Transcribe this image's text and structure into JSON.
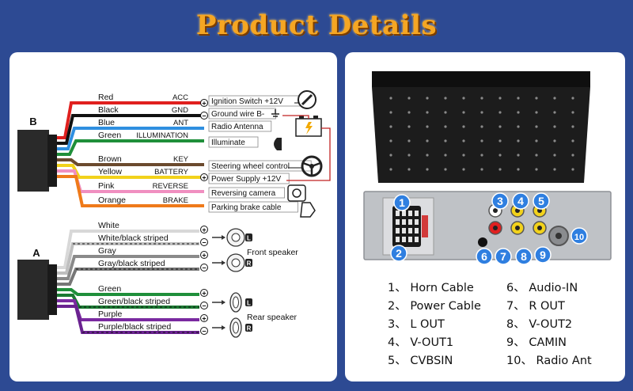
{
  "title": "Product Details",
  "harness": {
    "connector_b": "B",
    "connector_a": "A",
    "wires_b": [
      {
        "color_name": "Red",
        "pin": "ACC",
        "hex": "#e0201e",
        "dest": "Ignition Switch +12V"
      },
      {
        "color_name": "Black",
        "pin": "GND",
        "hex": "#111111",
        "dest": "Ground wire B-"
      },
      {
        "color_name": "Blue",
        "pin": "ANT",
        "hex": "#2f8fe0",
        "dest": "Radio Antenna"
      },
      {
        "color_name": "Green",
        "pin": "ILLUMINATION",
        "hex": "#1f8f3a",
        "dest": "Illuminate"
      },
      {
        "color_name": "Brown",
        "pin": "KEY",
        "hex": "#6b4a2e",
        "dest": "Steering wheel control"
      },
      {
        "color_name": "Yellow",
        "pin": "BATTERY",
        "hex": "#f2d21b",
        "dest": "Power Supply +12V"
      },
      {
        "color_name": "Pink",
        "pin": "REVERSE",
        "hex": "#f08fc0",
        "dest": "Reversing camera"
      },
      {
        "color_name": "Orange",
        "pin": "BRAKE",
        "hex": "#ef7a1a",
        "dest": "Parking brake cable"
      }
    ],
    "wires_a": [
      {
        "color_name": "White",
        "hex": "#d8d8d8"
      },
      {
        "color_name": "White/black striped",
        "hex": "#bfbfbf"
      },
      {
        "color_name": "Gray",
        "hex": "#8a8a8a"
      },
      {
        "color_name": "Gray/black striped",
        "hex": "#777777"
      },
      {
        "color_name": "Green",
        "hex": "#1f8f3a"
      },
      {
        "color_name": "Green/black striped",
        "hex": "#1b7a32"
      },
      {
        "color_name": "Purple",
        "hex": "#7a2aa0"
      },
      {
        "color_name": "Purple/black striped",
        "hex": "#6a2290"
      }
    ],
    "front_speaker": "Front speaker",
    "rear_speaker": "Rear speaker",
    "left_mark": "L",
    "right_mark": "R",
    "plus": "+",
    "minus": "−"
  },
  "ports": {
    "numbers": [
      "1",
      "2",
      "3",
      "4",
      "5",
      "6",
      "7",
      "8",
      "9",
      "10"
    ],
    "legend_left": [
      "1、 Horn Cable",
      "2、 Power Cable",
      "3、 L OUT",
      "4、 V-OUT1",
      "5、 CVBSIN"
    ],
    "legend_right": [
      "6、 Audio-IN",
      "7、 R OUT",
      "8、 V-OUT2",
      "9、 CAMIN",
      "10、 Radio Ant"
    ],
    "badge_color": "#2f7fe0"
  }
}
